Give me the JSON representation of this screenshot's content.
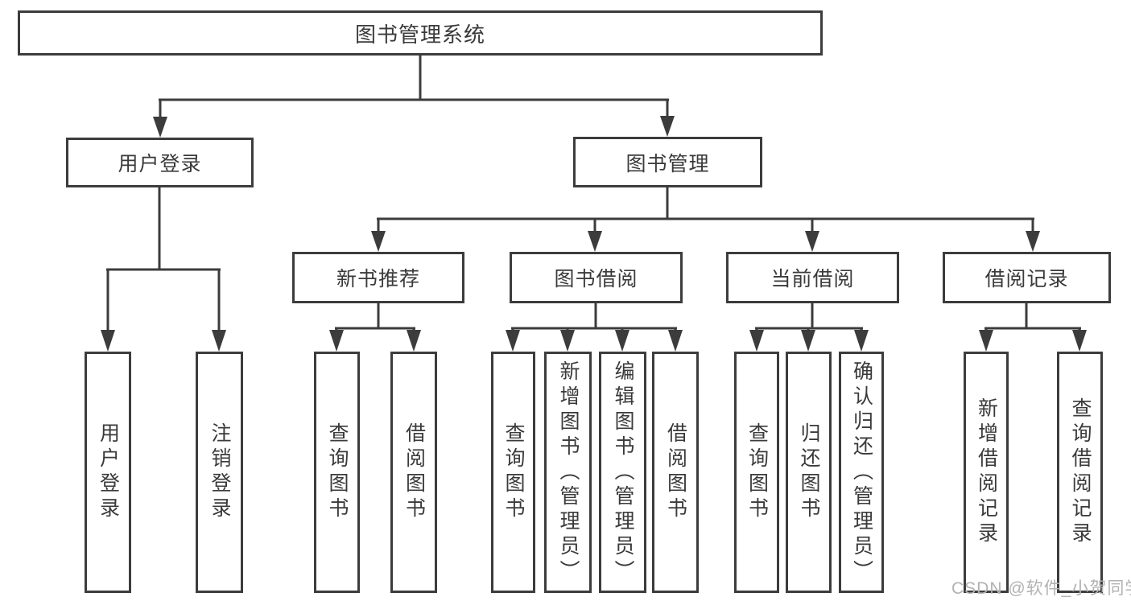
{
  "diagram_title": "图书管理系统",
  "tree": {
    "root": {
      "label": "图书管理系统",
      "children": [
        {
          "label": "用户登录",
          "children": [
            {
              "label": "用户登录"
            },
            {
              "label": "注销登录"
            }
          ]
        },
        {
          "label": "图书管理",
          "children": [
            {
              "label": "新书推荐",
              "children": [
                {
                  "label": "查询图书"
                },
                {
                  "label": "借阅图书"
                }
              ]
            },
            {
              "label": "图书借阅",
              "children": [
                {
                  "label": "查询图书"
                },
                {
                  "label": "新增图书（管理员）"
                },
                {
                  "label": "编辑图书（管理员）"
                },
                {
                  "label": "借阅图书"
                }
              ]
            },
            {
              "label": "当前借阅",
              "children": [
                {
                  "label": "查询图书"
                },
                {
                  "label": "归还图书"
                },
                {
                  "label": "确认归还（管理员）"
                }
              ]
            },
            {
              "label": "借阅记录",
              "children": [
                {
                  "label": "新增借阅记录"
                },
                {
                  "label": "查询借阅记录"
                }
              ]
            }
          ]
        }
      ]
    }
  },
  "watermark": "CSDN @软件_小贺同学",
  "colors": {
    "line": "#3c3c3c",
    "text": "#3a3a3a",
    "box_background": "#ffffff",
    "watermark": "#b2b2b2",
    "background": "#ffffff"
  }
}
